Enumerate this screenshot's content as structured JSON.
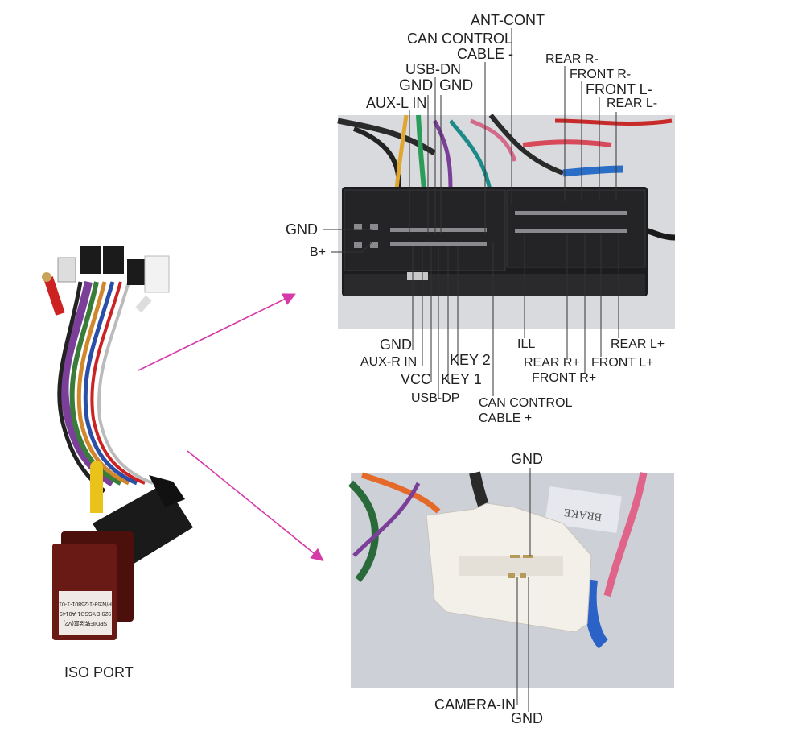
{
  "harness": {
    "caption": "ISO PORT"
  },
  "module_text": {
    "line1": "SPDIF转接盒(V2)",
    "line2": "929-BYSSD1-A0149",
    "line3": "P/N:59-1-25801-1-01"
  },
  "main_connector": {
    "top_labels": {
      "ant_cont": "ANT-CONT",
      "can_minus_1": "CAN CONTROL",
      "can_minus_2": "CABLE -",
      "usb_dn": "USB-DN",
      "gnd_a": "GND",
      "gnd_b": "GND",
      "aux_l": "AUX-L IN",
      "rear_r_minus": "REAR R-",
      "front_r_minus": "FRONT R-",
      "front_l_minus": "FRONT L-",
      "rear_l_minus": "REAR L-"
    },
    "side_labels": {
      "gnd": "GND",
      "b_plus": "B+"
    },
    "bottom_labels": {
      "gnd": "GND",
      "aux_r": "AUX-R IN",
      "vcc": "VCC",
      "usb_dp": "USB-DP",
      "key2": "KEY 2",
      "key1": "KEY 1",
      "can_plus_1": "CAN CONTROL",
      "can_plus_2": "CABLE +",
      "ill": "ILL",
      "rear_r_plus": "REAR R+",
      "front_r_plus": "FRONT R+",
      "front_l_plus": "FRONT L+",
      "rear_l_plus": "REAR L+"
    }
  },
  "camera_connector": {
    "gnd_top": "GND",
    "camera_in": "CAMERA-IN",
    "gnd_bottom": "GND",
    "brake_tag": "BRAKE"
  },
  "colors": {
    "arrow": "#d63aa8",
    "leader": "#333333",
    "connector_black": "#1c1c1e",
    "connector_white": "#f3f0ea",
    "photo_bg": "#d8d9dd"
  }
}
